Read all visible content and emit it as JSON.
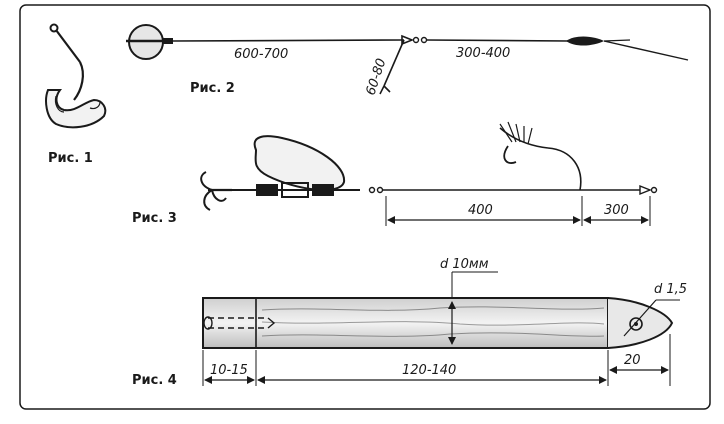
{
  "figure_labels": {
    "fig1": "Рис. 1",
    "fig2": "Рис. 2",
    "fig3": "Рис. 3",
    "fig4": "Рис. 4"
  },
  "fig2_dimensions": {
    "main_line": "600-700",
    "drop_line": "60-80",
    "end_line": "300-400"
  },
  "fig3_dimensions": {
    "leader": "400",
    "tail": "300"
  },
  "fig4_dimensions": {
    "diameter": "d 10мм",
    "hole": "d 1,5",
    "left_segment": "10-15",
    "body_length": "120-140",
    "tip_length": "20"
  },
  "colors": {
    "ink": "#1a1a1a",
    "paper": "#ffffff",
    "float": "#e6e6e6"
  }
}
